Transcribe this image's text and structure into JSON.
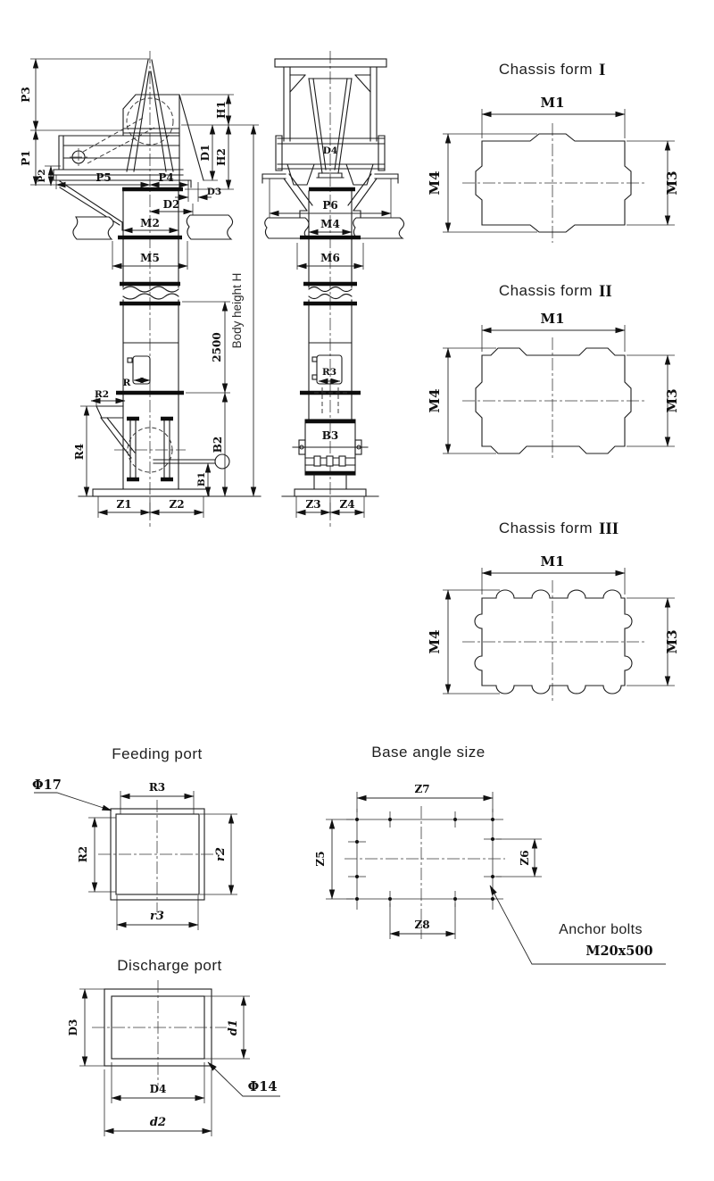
{
  "front_view": {
    "p3": "P3",
    "p1": "P1",
    "p2": "P2",
    "p5": "P5",
    "p4": "P4",
    "d1": "D1",
    "d2": "D2",
    "d3": "D3",
    "h1": "H1",
    "h2": "H2",
    "m2": "M2",
    "m5": "M5",
    "body_height": "Body height H",
    "section_height": "2500",
    "r": "R",
    "r2": "R2",
    "r4": "R4",
    "b1": "B1",
    "b2": "B2",
    "z1": "Z1",
    "z2": "Z2"
  },
  "side_view": {
    "d4": "D4",
    "p6": "P6",
    "m4": "M4",
    "m6": "M6",
    "r3": "R3",
    "b3": "B3",
    "z3": "Z3",
    "z4": "Z4"
  },
  "chassis": {
    "heading": "Chassis form",
    "forms": [
      {
        "numeral": "I",
        "m1": "M1",
        "m4": "M4",
        "m3": "M3"
      },
      {
        "numeral": "II",
        "m1": "M1",
        "m4": "M4",
        "m3": "M3"
      },
      {
        "numeral": "III",
        "m1": "M1",
        "m4": "M4",
        "m3": "M3"
      }
    ]
  },
  "feeding_port": {
    "title": "Feeding port",
    "hole": "Φ17",
    "top": "R3",
    "left": "R2",
    "right": "r2",
    "bottom": "r3"
  },
  "base_angle": {
    "title": "Base angle size",
    "z7": "Z7",
    "z5": "Z5",
    "z6": "Z6",
    "z8": "Z8",
    "anchor_label": "Anchor bolts",
    "anchor_spec": "M20x500"
  },
  "discharge_port": {
    "title": "Discharge port",
    "left": "D3",
    "right": "d1",
    "inner_width": "D4",
    "outer_width": "d2",
    "hole": "Φ14"
  }
}
